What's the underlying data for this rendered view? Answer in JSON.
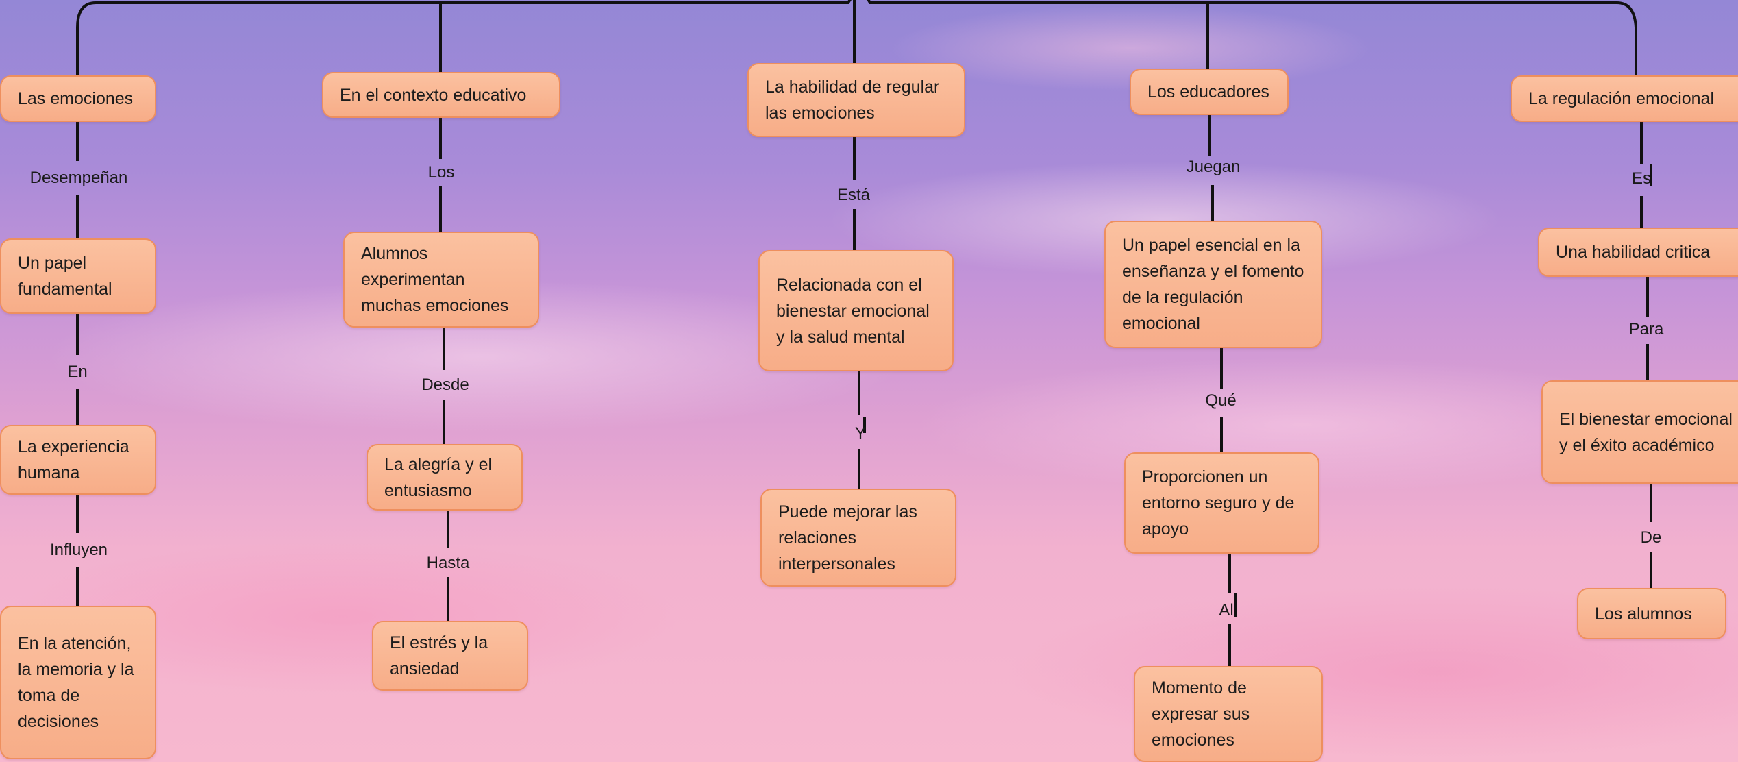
{
  "map": {
    "branch1": {
      "nodes": [
        "Las emociones",
        "Un papel fundamental",
        "La experiencia humana",
        "En la atención, la memoria y la toma de decisiones"
      ],
      "links": [
        "Desempeñan",
        "En",
        "Influyen"
      ]
    },
    "branch2": {
      "nodes": [
        "En el contexto educativo",
        "Alumnos experimentan muchas emociones",
        "La alegría y el entusiasmo",
        "El estrés y la ansiedad"
      ],
      "links": [
        "Los",
        "Desde",
        "Hasta"
      ]
    },
    "branch3": {
      "nodes": [
        "La habilidad de regular las emociones",
        "Relacionada con el bienestar emocional y la salud mental",
        "Puede mejorar las relaciones interpersonales"
      ],
      "links": [
        "Está",
        "Y"
      ]
    },
    "branch4": {
      "nodes": [
        "Los educadores",
        "Un papel esencial en la enseñanza y el fomento de la regulación emocional",
        "Proporcionen un entorno seguro y de apoyo",
        "Momento de expresar sus emociones"
      ],
      "links": [
        "Juegan",
        "Qué",
        "Al"
      ]
    },
    "branch5": {
      "nodes": [
        "La regulación emocional",
        "Una habilidad critica",
        "El bienestar emocional y el éxito académico",
        "Los alumnos"
      ],
      "links": [
        "Es",
        "Para",
        "De"
      ]
    }
  }
}
